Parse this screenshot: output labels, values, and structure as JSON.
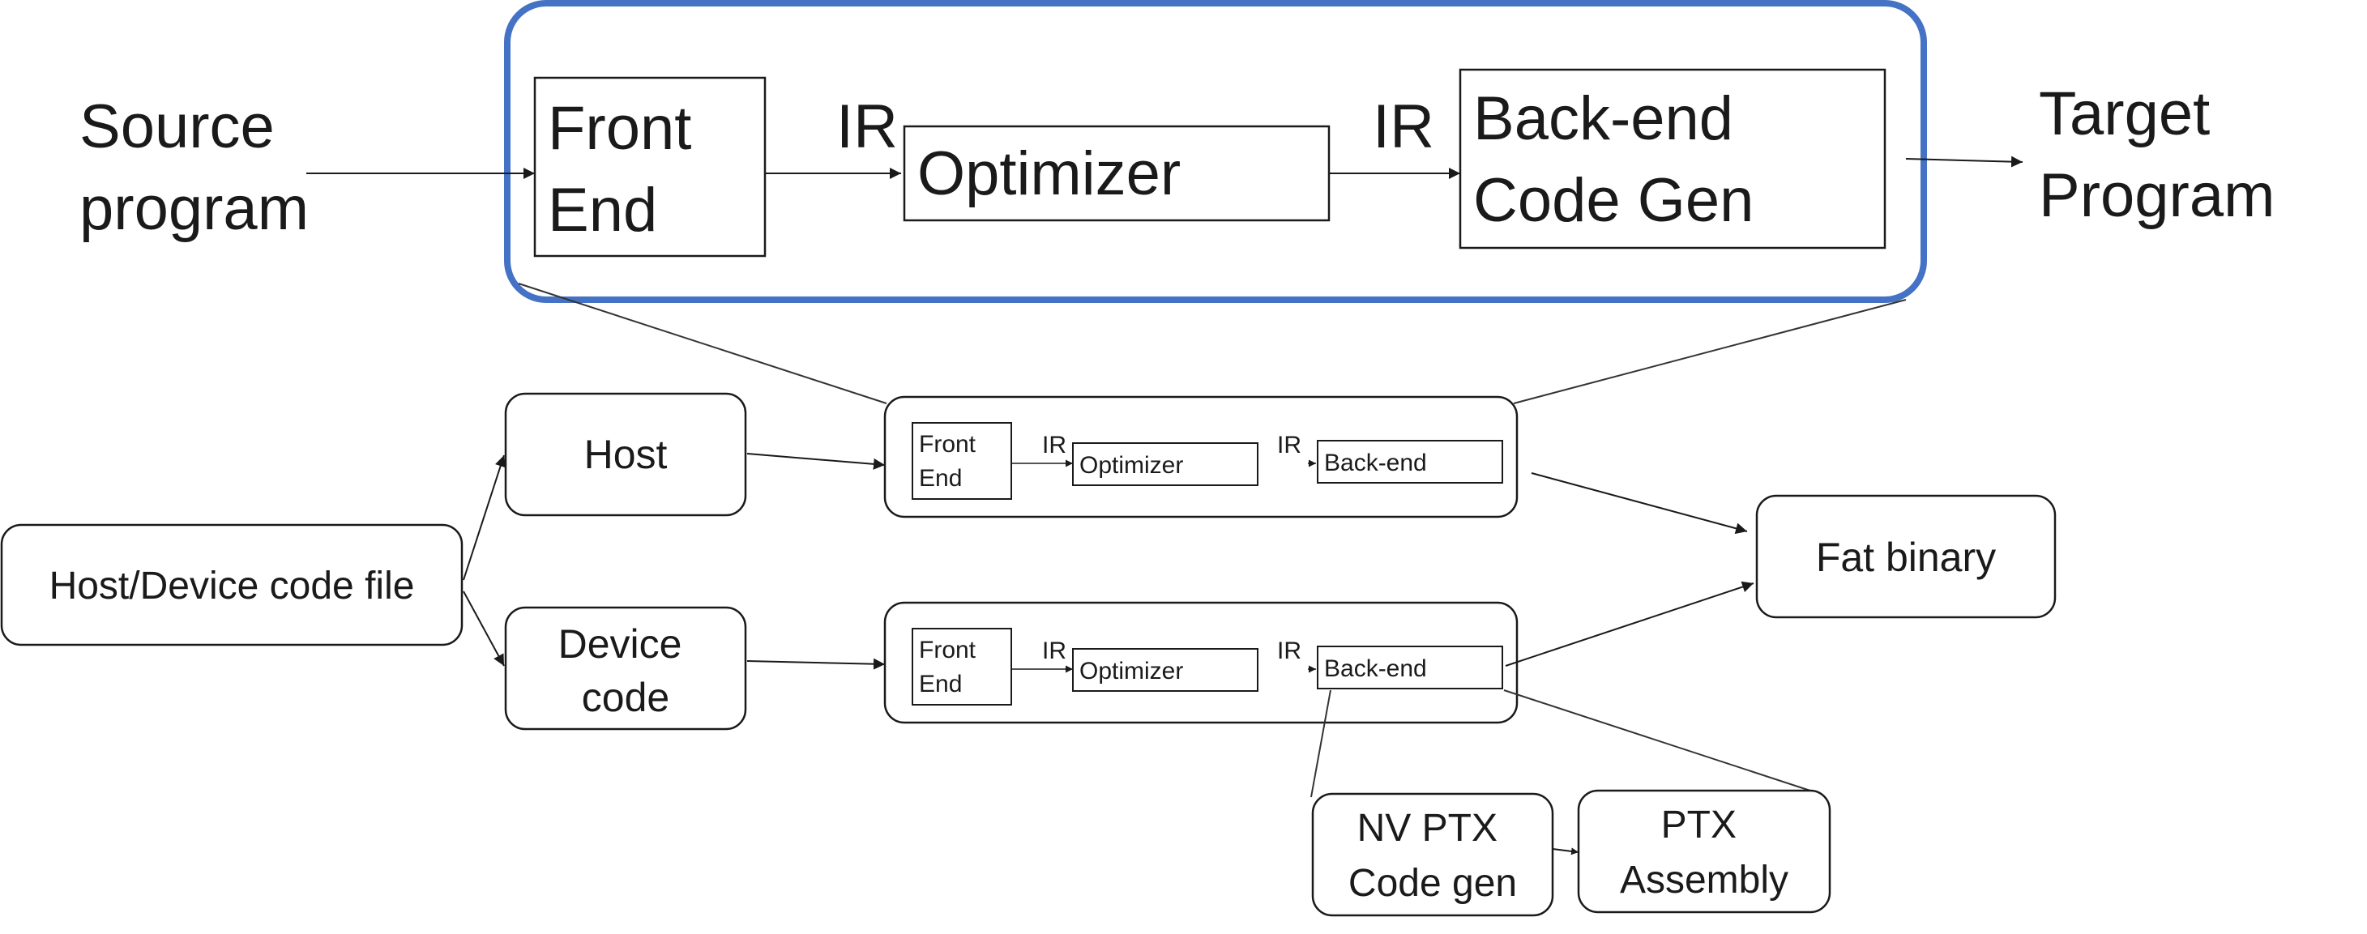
{
  "top_pipeline": {
    "input_label": [
      "Source",
      "program"
    ],
    "front_end": [
      "Front",
      "End"
    ],
    "ir_label_1": "IR",
    "optimizer": "Optimizer",
    "ir_label_2": "IR",
    "back_end": [
      "Back-end",
      "Code Gen"
    ],
    "output_label": [
      "Target",
      "Program"
    ],
    "accent_color": "#4472C4"
  },
  "source_file": "Host/Device code file",
  "host_label": "Host",
  "device_label": [
    "Device",
    "code"
  ],
  "host_pipeline": {
    "front_end": [
      "Front",
      "End"
    ],
    "ir_label_1": "IR",
    "optimizer": "Optimizer",
    "ir_label_2": "IR",
    "back_end": "Back-end"
  },
  "device_pipeline": {
    "front_end": [
      "Front",
      "End"
    ],
    "ir_label_1": "IR",
    "optimizer": "Optimizer",
    "ir_label_2": "IR",
    "back_end": "Back-end"
  },
  "fat_binary": "Fat binary",
  "ptx_codegen": [
    "NV PTX",
    "Code gen"
  ],
  "ptx_assembly": [
    "PTX",
    "Assembly"
  ]
}
